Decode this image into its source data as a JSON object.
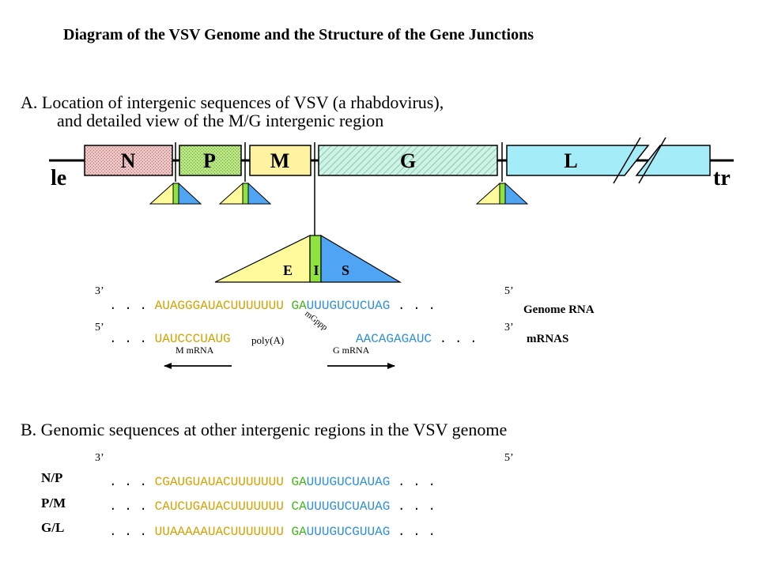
{
  "title": "Diagram of the VSV Genome and the Structure of the Gene Junctions",
  "section_a": {
    "heading_line1": "A. Location of intergenic sequences of VSV (a rhabdovirus),",
    "heading_line2": "and detailed view of the M/G intergenic region",
    "leader_label": "le",
    "trailer_label": "tr",
    "genes": [
      {
        "label": "N",
        "color": "#e8b8b8"
      },
      {
        "label": "P",
        "color": "#b2e27a"
      },
      {
        "label": "M",
        "color": "#fff2a0"
      },
      {
        "label": "G",
        "color": "#c9eee0"
      },
      {
        "label": "L",
        "color": "#a4ecf8"
      }
    ],
    "junction_labels": {
      "E": "E",
      "I": "I",
      "S": "S"
    },
    "region_colors": {
      "E": "#fffb9c",
      "I": "#8fe33f",
      "S": "#4fa4f4"
    },
    "genome": {
      "end_left": "3’",
      "end_right": "5’",
      "dots_left": ". . .",
      "seq_end": "AUAGGGAUACUUUUUUU",
      "seq_intergenic": "GA",
      "seq_start": "UUUGUCUCUAG",
      "dots_right": ". . .",
      "label": "Genome RNA"
    },
    "mrna": {
      "end_left": "5’",
      "end_right": "3’",
      "dots_left": ". . .",
      "seq_m": "UAUCCCUAUG",
      "polya": "poly(A)",
      "cap": "mGppp",
      "seq_g": "AACAGAGAUC",
      "dots_right": ". . .",
      "label": "mRNAS",
      "m_arrow_label": "M mRNA",
      "g_arrow_label": "G mRNA"
    },
    "colors": {
      "gene_end": "#d8a000",
      "intergenic": "#43b515",
      "gene_start": "#2c8fe0"
    }
  },
  "section_b": {
    "heading": "B. Genomic sequences at other intergenic regions in the VSV genome",
    "end_left": "3’",
    "end_right": "5’",
    "rows": [
      {
        "label": "N/P",
        "dots_left": ". . .",
        "seq_end": "CGAUGUAUACUUUUUUU",
        "seq_intergenic": "GA",
        "seq_start": "UUUGUCUAUAG",
        "dots_right": ". . ."
      },
      {
        "label": "P/M",
        "dots_left": ". . .",
        "seq_end": "CAUCUGAUACUUUUUUU",
        "seq_intergenic": "CA",
        "seq_start": "UUUGUCUAUAG",
        "dots_right": ". . ."
      },
      {
        "label": "G/L",
        "dots_left": ". . .",
        "seq_end": "UUAAAAAUACUUUUUUU",
        "seq_intergenic": "GA",
        "seq_start": "UUUGUCGUUAG",
        "dots_right": ". . ."
      }
    ]
  }
}
